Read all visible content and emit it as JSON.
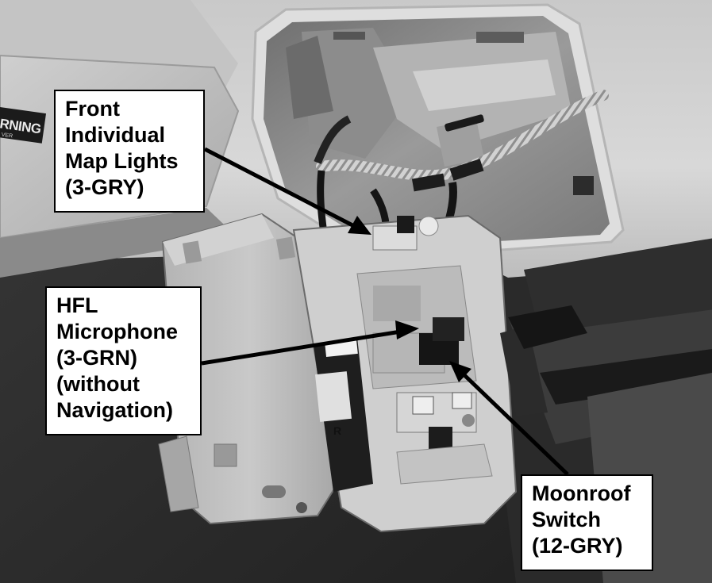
{
  "photo": {
    "warning_label": "RNING",
    "warning_sub": "VER",
    "module_tag": "R"
  },
  "callouts": {
    "map_lights": [
      "Front",
      "Individual",
      "Map Lights",
      "(3-GRY)"
    ],
    "hfl_microphone": [
      "HFL",
      "Microphone",
      "(3-GRN)",
      "(without",
      "Navigation)"
    ],
    "moonroof_switch": [
      "Moonroof",
      "Switch",
      "(12-GRY)"
    ]
  }
}
